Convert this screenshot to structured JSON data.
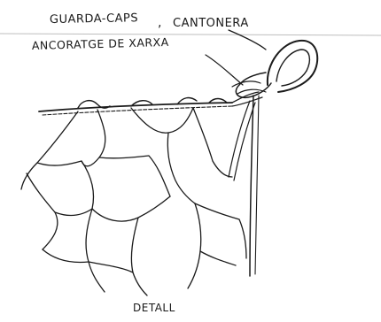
{
  "labels": {
    "label_top_a": "GUARDA-CAPS",
    "label_comma": ",",
    "label_top_b": "CANTONERA",
    "label_mid": "ANCORATGE DE XARXA",
    "caption": "DETALL"
  }
}
